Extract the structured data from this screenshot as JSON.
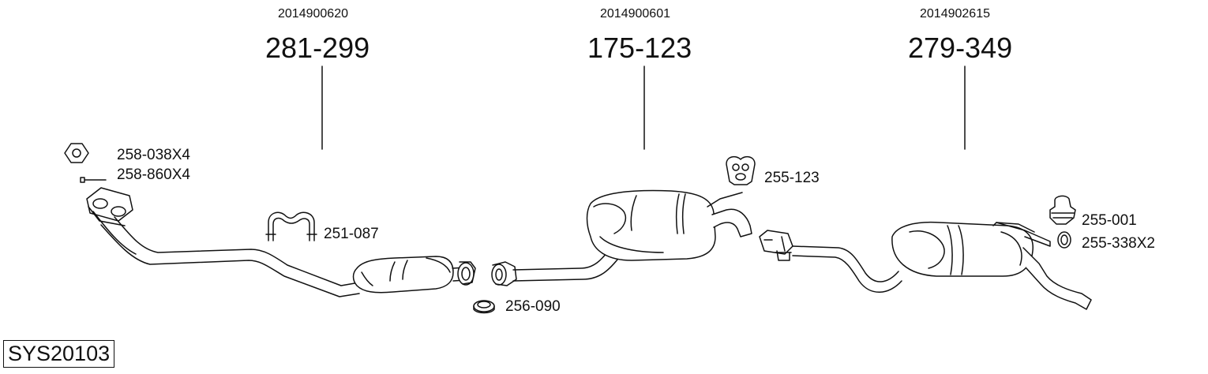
{
  "diagram": {
    "system_code": "SYS20103",
    "main_parts": [
      {
        "oem": "2014900620",
        "part_no": "281-299"
      },
      {
        "oem": "2014900601",
        "part_no": "175-123"
      },
      {
        "oem": "2014902615",
        "part_no": "279-349"
      }
    ],
    "accessories": [
      {
        "part_no": "258-038X4",
        "icon": "nut-icon"
      },
      {
        "part_no": "258-860X4",
        "icon": "bolt-icon"
      },
      {
        "part_no": "251-087",
        "icon": "u-clamp-icon"
      },
      {
        "part_no": "256-090",
        "icon": "gasket-ring-icon"
      },
      {
        "part_no": "255-123",
        "icon": "rubber-hanger-icon"
      },
      {
        "part_no": "255-001",
        "icon": "rubber-mount-icon"
      },
      {
        "part_no": "255-338X2",
        "icon": "o-ring-icon"
      }
    ]
  }
}
